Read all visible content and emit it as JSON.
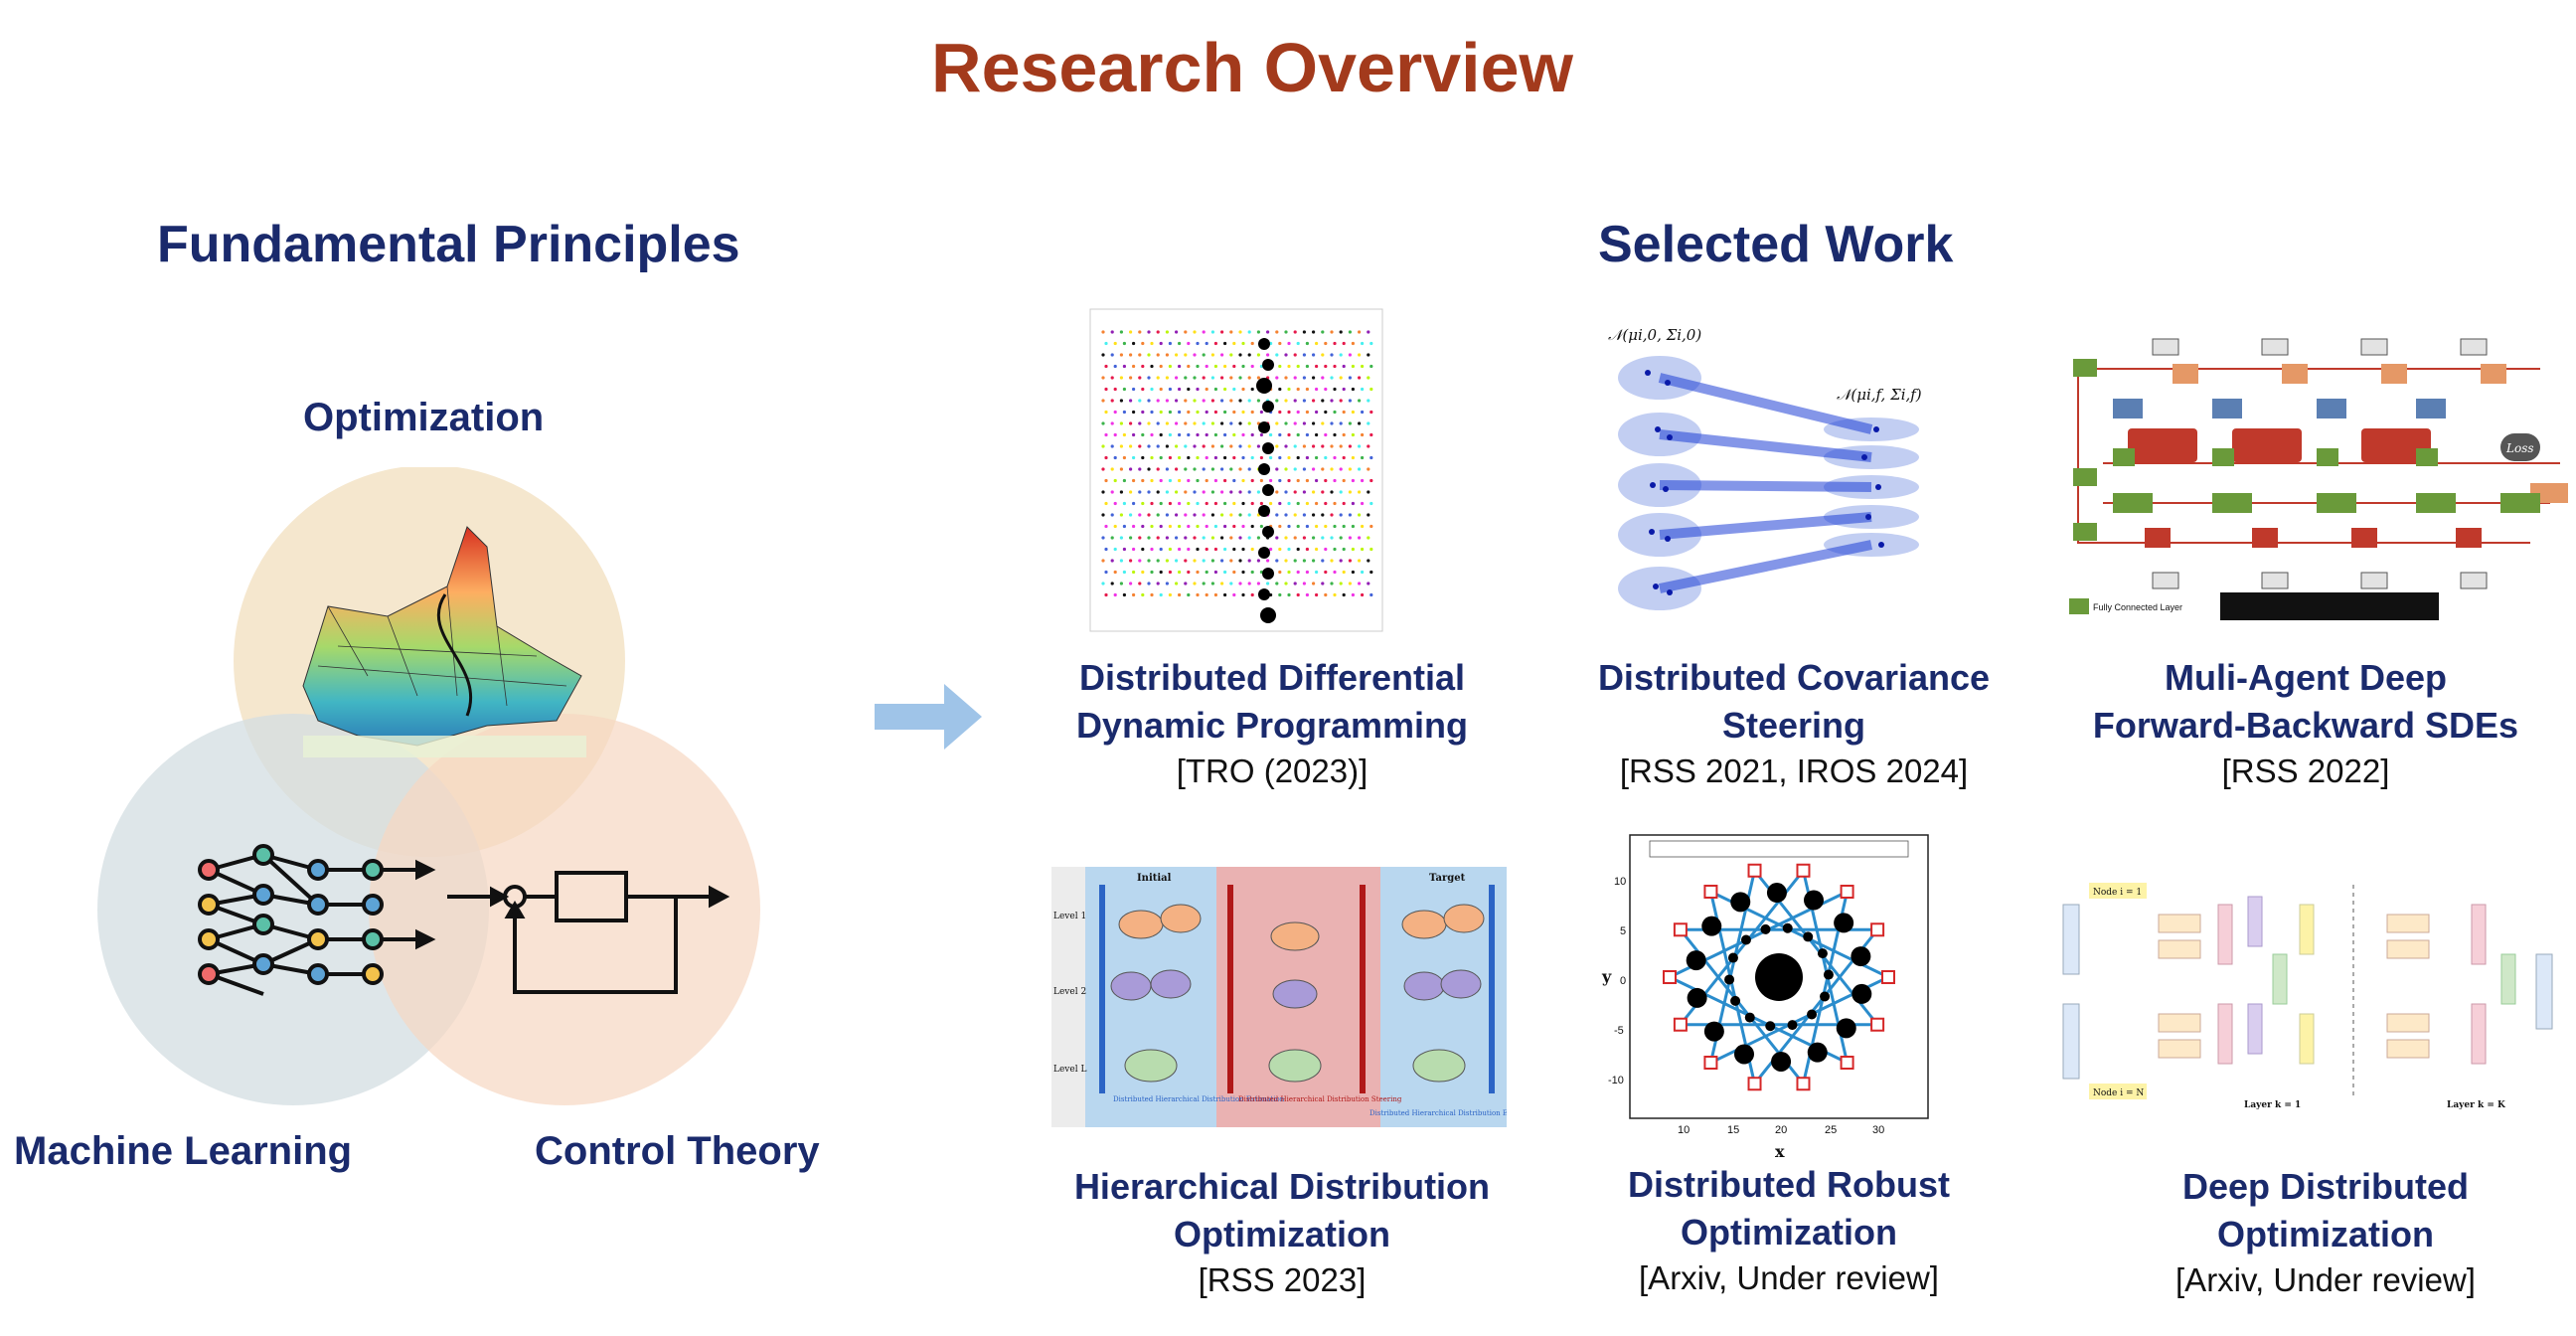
{
  "title": "Research Overview",
  "left": {
    "heading": "Fundamental Principles",
    "circles": [
      {
        "label": "Optimization",
        "color": "#f3e3c4"
      },
      {
        "label": "Machine Learning",
        "color": "#d9e2e6"
      },
      {
        "label": "Control Theory",
        "color": "#f8ddcc"
      }
    ]
  },
  "right": {
    "heading": "Selected Work",
    "works": [
      {
        "title_line1": "Distributed Differential",
        "title_line2": "Dynamic Programming",
        "venue": "[TRO (2023)]"
      },
      {
        "title_line1": "Distributed Covariance",
        "title_line2": "Steering",
        "venue": "[RSS 2021, IROS 2024]"
      },
      {
        "title_line1": "Muli-Agent Deep",
        "title_line2": "Forward-Backward SDEs",
        "venue": "[RSS 2022]"
      },
      {
        "title_line1": "Hierarchical Distribution",
        "title_line2": "Optimization",
        "venue": "[RSS 2023]"
      },
      {
        "title_line1": "Distributed Robust",
        "title_line2": "Optimization",
        "venue": "[Arxiv, Under review]"
      },
      {
        "title_line1": "Deep Distributed",
        "title_line2": "Optimization",
        "venue": "[Arxiv, Under review]"
      }
    ]
  },
  "thumbs": {
    "hdo": {
      "col1": "Initial",
      "col3": "Target",
      "levels": [
        "Level 1",
        "Level 2",
        "Level L"
      ],
      "foot1": "Distributed Hierarchical Distribution Estimation",
      "foot2": "Distributed Hierarchical Distribution Steering",
      "foot3": "Distributed Hierarchical Distribution Estimation"
    },
    "robust": {
      "xlabel": "x",
      "ylabel": "y",
      "xticks": [
        "10",
        "15",
        "20",
        "25",
        "30"
      ],
      "yticks": [
        "10",
        "5",
        "0",
        "-5",
        "-10"
      ]
    },
    "fbsde": {
      "legend": "Fully Connected Layer",
      "loss": "Loss"
    },
    "ddo": {
      "node1": "Node i = 1",
      "nodeN": "Node i = N",
      "layer1": "Layer k = 1",
      "layerK": "Layer k = K"
    }
  },
  "colors": {
    "title": "#a33a1c",
    "heading": "#1a2a6c",
    "arrow": "#9fc4e8"
  }
}
